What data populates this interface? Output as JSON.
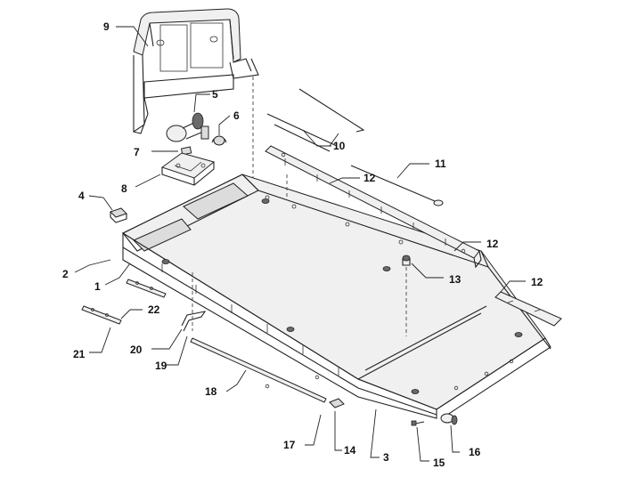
{
  "callouts": [
    {
      "id": "1",
      "label": "1"
    },
    {
      "id": "2",
      "label": "2"
    },
    {
      "id": "3",
      "label": "3"
    },
    {
      "id": "4",
      "label": "4"
    },
    {
      "id": "5",
      "label": "5"
    },
    {
      "id": "6",
      "label": "6"
    },
    {
      "id": "7",
      "label": "7"
    },
    {
      "id": "8",
      "label": "8"
    },
    {
      "id": "9",
      "label": "9"
    },
    {
      "id": "10",
      "label": "10"
    },
    {
      "id": "11",
      "label": "11"
    },
    {
      "id": "12a",
      "label": "12"
    },
    {
      "id": "12b",
      "label": "12"
    },
    {
      "id": "12c",
      "label": "12"
    },
    {
      "id": "13",
      "label": "13"
    },
    {
      "id": "14",
      "label": "14"
    },
    {
      "id": "15",
      "label": "15"
    },
    {
      "id": "16",
      "label": "16"
    },
    {
      "id": "17",
      "label": "17"
    },
    {
      "id": "18",
      "label": "18"
    },
    {
      "id": "19",
      "label": "19"
    },
    {
      "id": "20",
      "label": "20"
    },
    {
      "id": "21",
      "label": "21"
    },
    {
      "id": "22",
      "label": "22"
    }
  ]
}
